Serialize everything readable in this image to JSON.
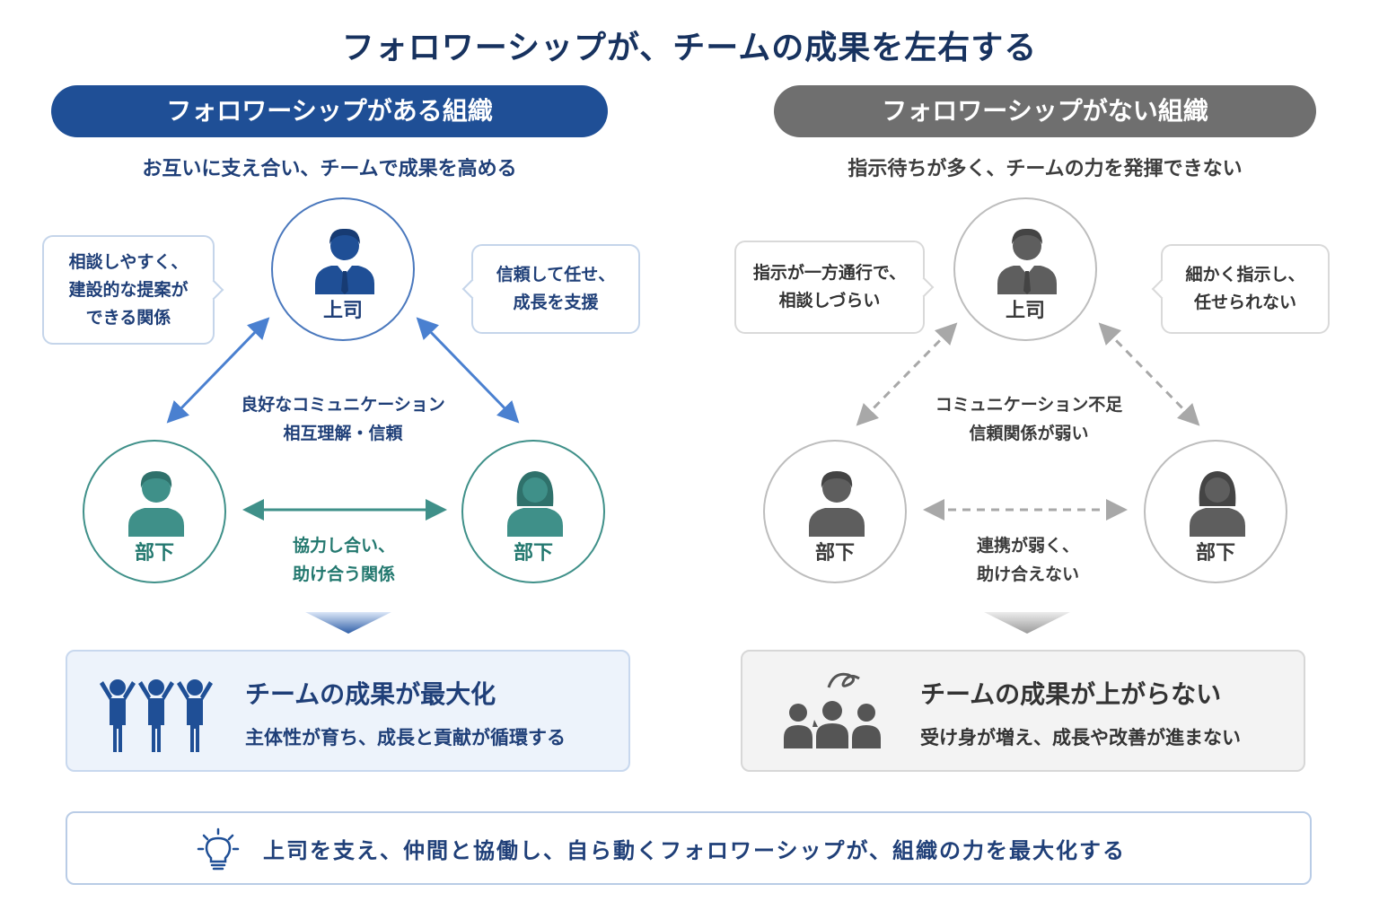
{
  "title": "フォロワーシップが、チームの成果を左右する",
  "colors": {
    "positive": "#1f4f96",
    "positive_teal": "#3f9089",
    "negative": "#6f6f6f"
  },
  "positive": {
    "header": "フォロワーシップがある組織",
    "subtitle": "お互いに支え合い、チームで成果を高める",
    "bubble_left": [
      "相談しやすく、",
      "建設的な提案が",
      "できる関係"
    ],
    "bubble_right": [
      "信頼して任せ、",
      "成長を支援"
    ],
    "boss_label": "上司",
    "sub_left_label": "部下",
    "sub_right_label": "部下",
    "center_text": [
      "良好なコミュニケーション",
      "相互理解・信頼"
    ],
    "bottom_text": [
      "協力し合い、",
      "助け合う関係"
    ],
    "result_title": "チームの成果が最大化",
    "result_desc": "主体性が育ち、成長と貢献が循環する",
    "result_icon": "team-cheering-icon"
  },
  "negative": {
    "header": "フォロワーシップがない組織",
    "subtitle": "指示待ちが多く、チームの力を発揮できない",
    "bubble_left": [
      "指示が一方通行で、",
      "相談しづらい"
    ],
    "bubble_right": [
      "細かく指示し、",
      "任せられない"
    ],
    "boss_label": "上司",
    "sub_left_label": "部下",
    "sub_right_label": "部下",
    "center_text": [
      "コミュニケーション不足",
      "信頼関係が弱い"
    ],
    "bottom_text": [
      "連携が弱く、",
      "助け合えない"
    ],
    "result_title": "チームの成果が上がらない",
    "result_desc": "受け身が増え、成長や改善が進まない",
    "result_icon": "confused-team-icon"
  },
  "footer": {
    "text": "上司を支え、仲間と協働し、自ら動くフォロワーシップが、組織の力を最大化する",
    "icon": "lightbulb-icon"
  }
}
